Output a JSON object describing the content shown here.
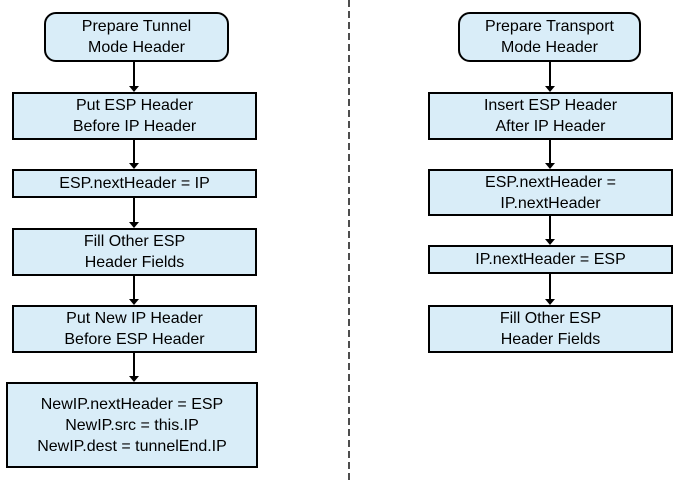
{
  "diagram": {
    "colors": {
      "box_fill": "#d9edf8",
      "box_border": "#000000",
      "text": "#000000",
      "divider": "#4d4d4d",
      "background": "#ffffff"
    },
    "left_flow": {
      "start": "Prepare Tunnel\nMode Header",
      "steps": [
        "Put ESP Header\nBefore IP Header",
        "ESP.nextHeader = IP",
        "Fill Other ESP\nHeader Fields",
        "Put New IP Header\nBefore ESP Header",
        "NewIP.nextHeader = ESP\nNewIP.src = this.IP\nNewIP.dest = tunnelEnd.IP"
      ]
    },
    "right_flow": {
      "start": "Prepare Transport\nMode Header",
      "steps": [
        "Insert ESP Header\nAfter IP Header",
        "ESP.nextHeader =\nIP.nextHeader",
        "IP.nextHeader = ESP",
        "Fill Other ESP\nHeader Fields"
      ]
    }
  }
}
